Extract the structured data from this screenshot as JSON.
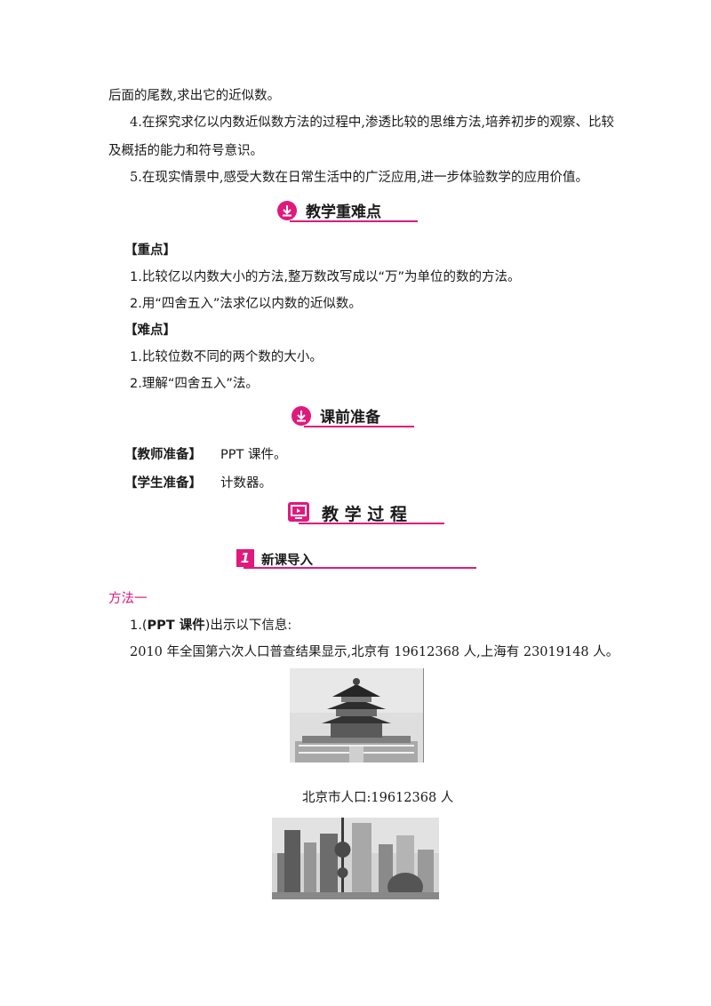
{
  "paragraphs": {
    "p1": "后面的尾数,求出它的近似数。",
    "p2a": "4.在探究求亿以内数近似数方法的过程中,渗透比较的思维方法,培养初步的观察、比较",
    "p2b": "及概括的能力和符号意识。",
    "p3": "5.在现实情景中,感受大数在日常生活中的广泛应用,进一步体验数学的应用价值。"
  },
  "section_keypoints": {
    "title": "教学重难点",
    "focus_label": "【重点】",
    "focus_items": [
      "1.比较亿以内数大小的方法,整万数改写成以“万”为单位的数的方法。",
      "2.用“四舍五入”法求亿以内数的近似数。"
    ],
    "difficulty_label": "【难点】",
    "difficulty_items": [
      "1.比较位数不同的两个数的大小。",
      "2.理解“四舍五入”法。"
    ]
  },
  "section_prep": {
    "title": "课前准备",
    "teacher_label": "【教师准备】",
    "teacher_value": "PPT 课件。",
    "student_label": "【学生准备】",
    "student_value": "计数器。"
  },
  "section_process": {
    "title": "教 学 过 程"
  },
  "section_intro": {
    "number": "1",
    "title": "新课导入"
  },
  "method": {
    "label": "方法一",
    "line1_prefix": "1.(",
    "line1_bold": "PPT 课件",
    "line1_suffix": ")出示以下信息:",
    "line2": "2010 年全国第六次人口普查结果显示,北京有 19612368 人,上海有 23019148 人。",
    "caption_beijing": "北京市人口:19612368 人"
  },
  "colors": {
    "accent": "#e0197d"
  }
}
